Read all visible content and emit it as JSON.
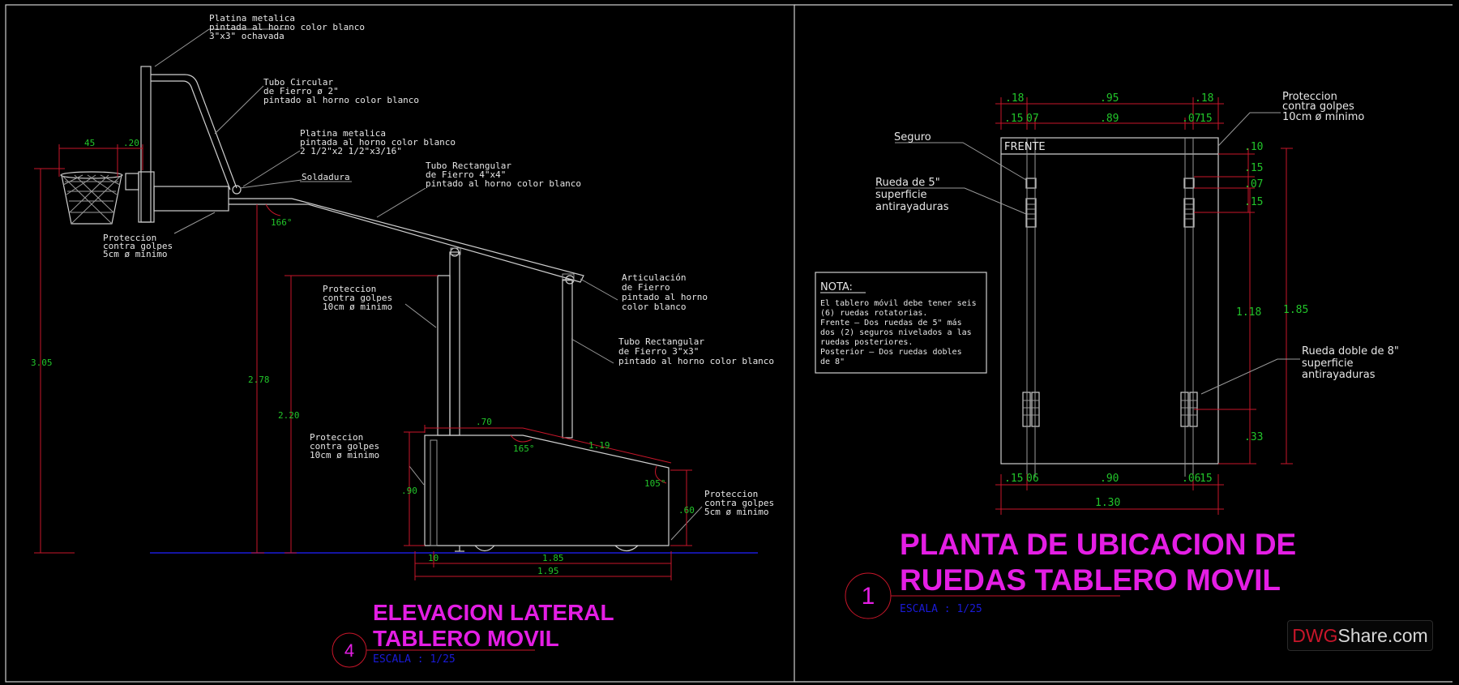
{
  "elevation": {
    "labels": {
      "platina1": [
        "Platina metalica",
        "pintada al horno color blanco",
        "3\"x3\" ochavada"
      ],
      "tubo_circular": [
        "Tubo Circular",
        "de Fierro ø 2\"",
        "pintado al horno color blanco"
      ],
      "platina2": [
        "Platina metalica",
        "pintada al horno color blanco",
        "2 1/2\"x2 1/2\"x3/16\""
      ],
      "soldadura": "Soldadura",
      "tubo_rect1": [
        "Tubo Rectangular",
        "de Fierro  4\"x4\"",
        "pintado al horno color blanco"
      ],
      "proteccion_aro": [
        "Proteccion",
        "contra golpes",
        "5cm ø minimo"
      ],
      "proteccion_poste": [
        "Proteccion",
        "contra golpes",
        "10cm ø minimo"
      ],
      "articulacion": [
        "Articulación",
        "de Fierro",
        "pintado al horno",
        "color blanco"
      ],
      "tubo_rect2": [
        "Tubo Rectangular",
        "de Fierro  3\"x3\"",
        "pintado al horno color blanco"
      ],
      "proteccion_base": [
        "Proteccion",
        "contra golpes",
        "10cm ø minimo"
      ],
      "proteccion_esquina": [
        "Proteccion",
        "contra golpes",
        "5cm ø minimo"
      ]
    },
    "dims": {
      "d45": "45",
      "d20": ".20",
      "a166": "166°",
      "h305": "3.05",
      "h278": "2.78",
      "h220": "2.20",
      "d70": ".70",
      "a165": "165°",
      "d119": "1.19",
      "a105": "105°",
      "d90": ".90",
      "d60": ".60",
      "d10": "10",
      "d185": "1.85",
      "d195": "1.95"
    },
    "title": [
      "ELEVACION LATERAL",
      "TABLERO MOVIL"
    ],
    "number": "4",
    "scale": "ESCALA  :  1/25"
  },
  "plan": {
    "labels": {
      "seguro": "Seguro",
      "rueda5": [
        "Rueda de 5\"",
        "superficie",
        "antirayaduras"
      ],
      "proteccion": [
        "Proteccion",
        "contra golpes",
        "10cm ø minimo"
      ],
      "rueda8": [
        "Rueda doble de 8\"",
        "superficie",
        "antirayaduras"
      ],
      "frente": "FRENTE"
    },
    "dims": {
      "t18a": ".18",
      "t95": ".95",
      "t18b": ".18",
      "t15a": ".15",
      "t07a": "07",
      "t89": ".89",
      "t07b": ".07",
      "t15b": "15",
      "r10": ".10",
      "r15a": ".15",
      "r07": ".07",
      "r15b": ".15",
      "r118": "1.18",
      "r185": "1.85",
      "r33": ".33",
      "b15a": ".15",
      "b06a": "06",
      "b90": ".90",
      "b06b": ".06",
      "b15b": "15",
      "b130": "1.30"
    },
    "title": [
      "PLANTA DE UBICACION DE",
      "RUEDAS TABLERO MOVIL"
    ],
    "number": "1",
    "scale": "ESCALA  :  1/25"
  },
  "nota": {
    "heading": "NOTA:",
    "lines": [
      "El tablero móvil debe tener seis",
      "(6) ruedas rotatorias.",
      "Frente — Dos ruedas de 5\" más",
      "dos (2) seguros nivelados a las",
      "ruedas posteriores.",
      "Posterior — Dos ruedas dobles",
      "de 8\""
    ]
  },
  "watermark": {
    "part1": "DWG",
    "part2": "Share.com"
  },
  "colors": {
    "dimension": "#22c42a",
    "title": "#e41ee4",
    "scale": "#1a1ad8",
    "line": "#c8162a"
  }
}
